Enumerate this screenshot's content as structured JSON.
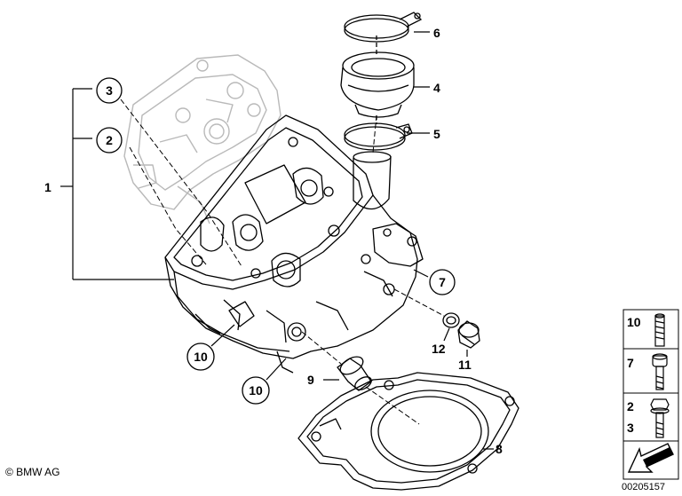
{
  "callouts": {
    "c1": "1",
    "c2": "2",
    "c3": "3",
    "c4": "4",
    "c5": "5",
    "c6": "6",
    "c7": "7",
    "c8": "8",
    "c9": "9",
    "c10a": "10",
    "c10b": "10",
    "c11": "11",
    "c12": "12"
  },
  "legend": {
    "row1": "10",
    "row2": "7",
    "row3a": "2",
    "row3b": "3"
  },
  "footer": {
    "copyright": "© BMW AG",
    "diagram_id": "00205157"
  },
  "colors": {
    "line": "#000000",
    "faded_line": "#b9b9b9",
    "background": "#ffffff"
  }
}
